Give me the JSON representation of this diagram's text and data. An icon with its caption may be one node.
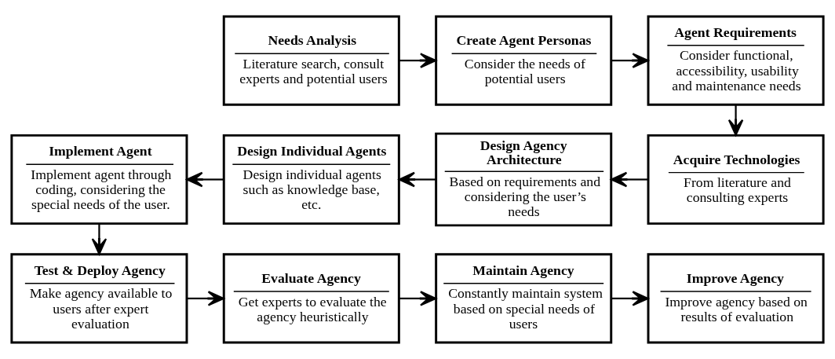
{
  "diagram": {
    "nodes": [
      {
        "text": [
          "Needs Analysis",
          "Literature search, consult experts and potential users"
        ]
      },
      {
        "text": [
          "Create Agent Personas",
          "Consider the needs of potential users"
        ]
      },
      {
        "text": [
          "Agent Requirements",
          "Consider functional, accessibility, usability and maintenance needs"
        ]
      },
      {
        "text": [
          "Acquire Technologies",
          "From literature and consulting experts"
        ]
      },
      {
        "text": [
          "Design Agency Architecture",
          "Based on requirements and considering the user’s needs"
        ]
      },
      {
        "text": [
          "Design Individual Agents",
          "Design individual agents such as knowledge base, etc."
        ]
      },
      {
        "text": [
          "Implement Agent",
          "Implement agent through coding, considering the special needs of the user."
        ]
      },
      {
        "text": [
          "Test & Deploy Agency",
          "Make agency available to users after expert evaluation"
        ]
      },
      {
        "text": [
          "Evaluate Agency",
          "Get experts to evaluate the agency heuristically"
        ]
      },
      {
        "text": [
          "Maintain Agency",
          "Constantly maintain system based on special needs of users"
        ]
      },
      {
        "text": [
          "Improve Agency",
          "Improve agency based on results of evaluation"
        ]
      }
    ],
    "edges": [
      {
        "from": 0,
        "to": 1,
        "arrow": "to"
      },
      {
        "from": 1,
        "to": 2,
        "arrow": "to"
      },
      {
        "from": 2,
        "to": 3,
        "arrow": "to"
      },
      {
        "from": 3,
        "to": 4,
        "arrow": "to"
      },
      {
        "from": 4,
        "to": 5,
        "arrow": "to"
      },
      {
        "from": 5,
        "to": 6,
        "arrow": "to"
      },
      {
        "from": 6,
        "to": 7,
        "arrow": "to"
      },
      {
        "from": 7,
        "to": 8,
        "arrow": "to"
      },
      {
        "from": 8,
        "to": 9,
        "arrow": "to"
      },
      {
        "from": 9,
        "to": 10,
        "arrow": "to"
      }
    ]
  }
}
